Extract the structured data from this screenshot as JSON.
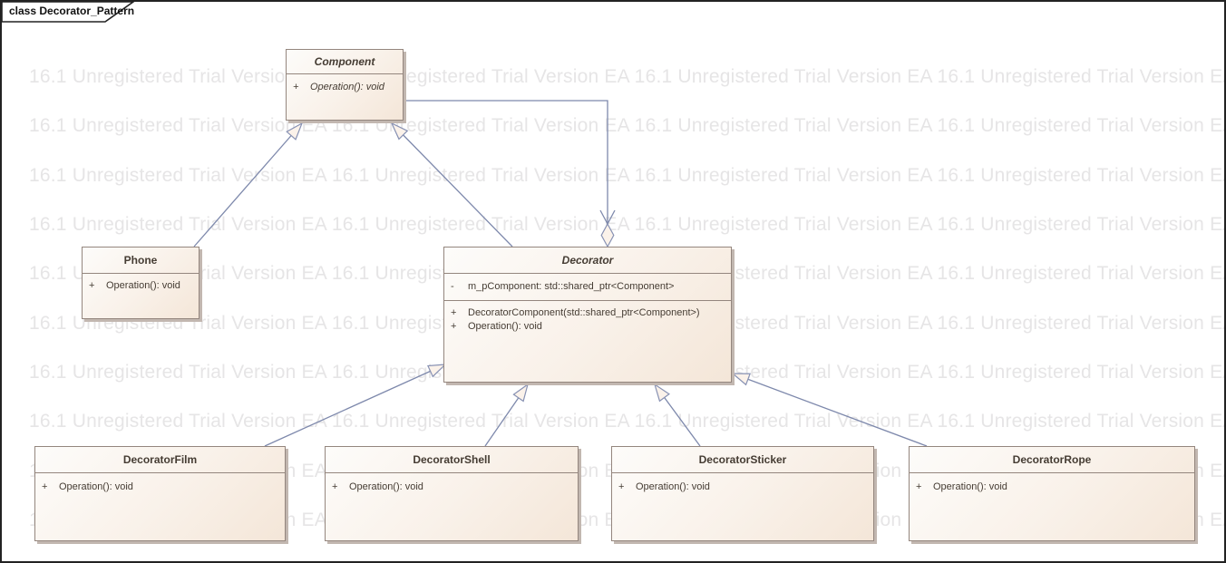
{
  "frame": {
    "tab_label": "class Decorator_Pattern"
  },
  "watermark": {
    "row_text": "16.1 Unregistered Trial Version  EA 16.1 Unregistered Trial Version  EA 16.1 Unregistered Trial Version  EA 16.1 Unregistered Trial Version  EA 16.1 Unregistered Trial Version  EA"
  },
  "colors": {
    "box_fill_start": "#fdfcfa",
    "box_fill_mid": "#f9f1e9",
    "box_fill_end": "#f4e6d8",
    "box_border": "#94867e",
    "box_shadow": "#c2b7b0",
    "connector": "#7e89ac",
    "arrowhead_fill": "#fbf2ea",
    "text": "#453c33",
    "watermark": "#e6e5e6",
    "frame_border": "#222222"
  },
  "classes": {
    "component": {
      "name": "Component",
      "operations": [
        {
          "vis": "+",
          "text": "Operation(): void"
        }
      ]
    },
    "phone": {
      "name": "Phone",
      "operations": [
        {
          "vis": "+",
          "text": "Operation(): void"
        }
      ]
    },
    "decorator": {
      "name": "Decorator",
      "attributes": [
        {
          "vis": "-",
          "text": "m_pComponent: std::shared_ptr<Component>"
        }
      ],
      "operations": [
        {
          "vis": "+",
          "text": "DecoratorComponent(std::shared_ptr<Component>)"
        },
        {
          "vis": "+",
          "text": "Operation(): void"
        }
      ]
    },
    "film": {
      "name": "DecoratorFilm",
      "operations": [
        {
          "vis": "+",
          "text": "Operation(): void"
        }
      ]
    },
    "shell": {
      "name": "DecoratorShell",
      "operations": [
        {
          "vis": "+",
          "text": "Operation(): void"
        }
      ]
    },
    "sticker": {
      "name": "DecoratorSticker",
      "operations": [
        {
          "vis": "+",
          "text": "Operation(): void"
        }
      ]
    },
    "rope": {
      "name": "DecoratorRope",
      "operations": [
        {
          "vis": "+",
          "text": "Operation(): void"
        }
      ]
    }
  },
  "relationships": [
    {
      "type": "generalization",
      "from": "Phone",
      "to": "Component"
    },
    {
      "type": "generalization",
      "from": "Decorator",
      "to": "Component"
    },
    {
      "type": "aggregation",
      "from": "Decorator",
      "to": "Component"
    },
    {
      "type": "generalization",
      "from": "DecoratorFilm",
      "to": "Decorator"
    },
    {
      "type": "generalization",
      "from": "DecoratorShell",
      "to": "Decorator"
    },
    {
      "type": "generalization",
      "from": "DecoratorSticker",
      "to": "Decorator"
    },
    {
      "type": "generalization",
      "from": "DecoratorRope",
      "to": "Decorator"
    }
  ]
}
